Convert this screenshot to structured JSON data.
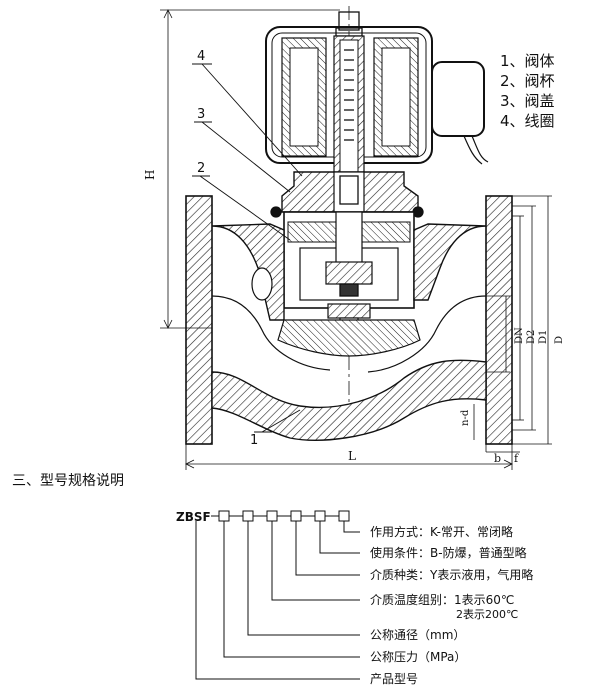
{
  "drawing": {
    "parts": [
      {
        "number": "1",
        "label": "1、阀体"
      },
      {
        "number": "2",
        "label": "2、阀杯"
      },
      {
        "number": "3",
        "label": "3、阀盖"
      },
      {
        "number": "4",
        "label": "4、线圈"
      }
    ],
    "callouts": [
      "4",
      "3",
      "2",
      "1"
    ],
    "dimensions": {
      "height": "H",
      "length": "L",
      "dn": "DN",
      "d2": "D2",
      "d1": "D1",
      "d": "D",
      "bolt": "n-d",
      "b": "b",
      "f": "f"
    }
  },
  "section_title": "三、型号规格说明",
  "model_code": {
    "prefix": "ZBSF",
    "boxes": 6,
    "descriptions": [
      "作用方式：K-常开、常闭略",
      "使用条件：B-防爆，普通型略",
      "介质种类：Y表示液用，气用略",
      "介质温度组别：1表示60℃",
      "2表示200℃",
      "公称通径（mm）",
      "公称压力（MPa）",
      "产品型号"
    ]
  }
}
